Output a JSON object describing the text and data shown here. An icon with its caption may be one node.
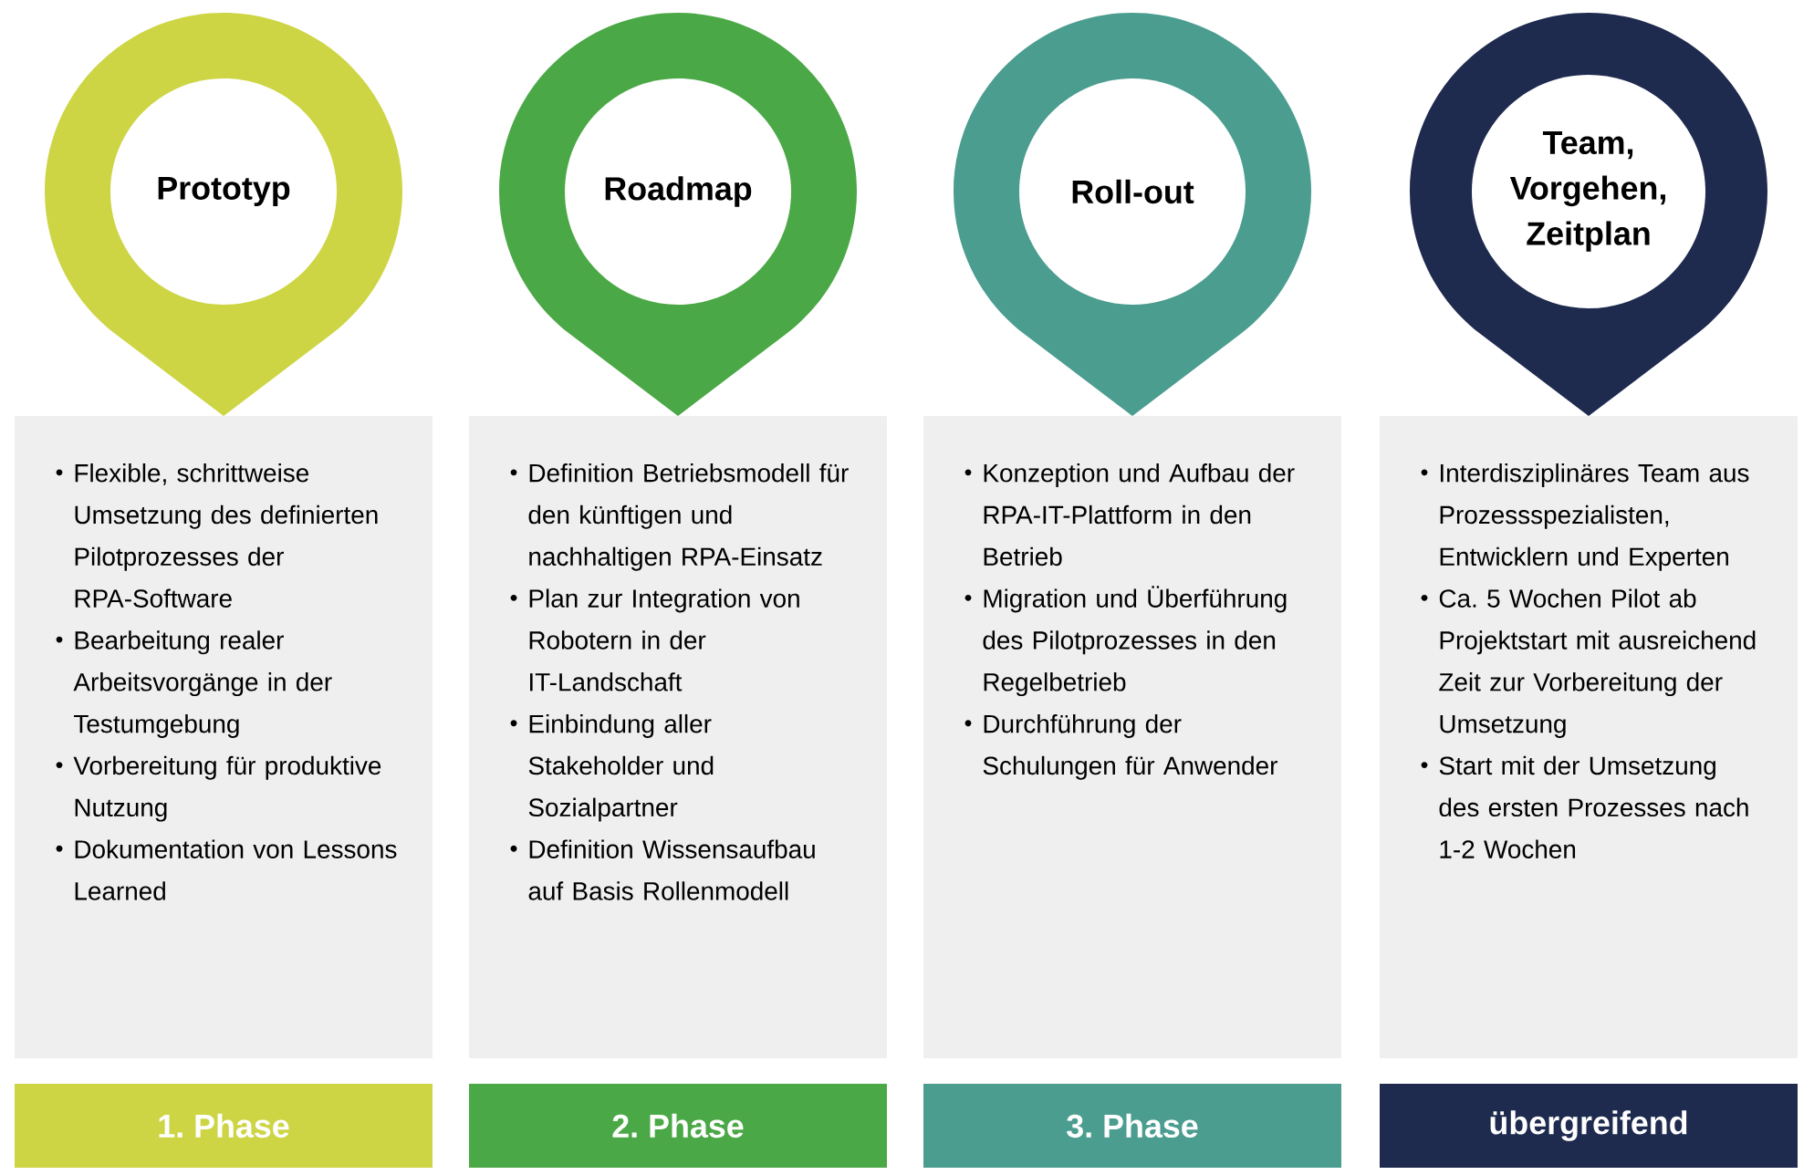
{
  "diagram": {
    "nodes": [
      {
        "text": [
          "Prototyp"
        ]
      },
      {
        "text": [
          "Roadmap"
        ]
      },
      {
        "text": [
          "Roll-out"
        ]
      },
      {
        "text": [
          "Team, Vorgehen, Zeitplan"
        ]
      },
      {
        "text": [
          "Flexible, schrittweise Umsetzung des definierten Pilotprozesses der RPA-Software",
          "Bearbeitung realer Arbeitsvorgänge in der Testumgebung",
          "Vorbereitung für produktive Nutzung",
          "Dokumentation von Lessons Learned"
        ]
      },
      {
        "text": [
          "Definition Betriebsmodell für den künftigen und nachhaltigen RPA-Einsatz",
          "Plan zur Integration von Robotern in der IT-Landschaft",
          "Einbindung aller Stakeholder und Sozialpartner",
          "Definition Wissensaufbau auf Basis Rollenmodell"
        ]
      },
      {
        "text": [
          "Konzeption und Aufbau der RPA-IT-Plattform in den Betrieb",
          "Migration und Überführung des Pilotprozesses in den Regelbetrieb",
          "Durchführung der Schulungen für Anwender"
        ]
      },
      {
        "text": [
          "Interdisziplinäres Team aus Prozessspezialisten, Entwicklern und Experten",
          "Ca. 5 Wochen Pilot ab Projektstart mit ausreichend Zeit zur Vorbereitung der Umsetzung",
          "Start mit der Umsetzung des ersten Prozesses nach 1-2 Wochen"
        ]
      },
      {
        "text": [
          "1. Phase"
        ]
      },
      {
        "text": [
          "2. Phase"
        ]
      },
      {
        "text": [
          "3. Phase"
        ]
      },
      {
        "text": [
          "übergreifend"
        ]
      }
    ]
  }
}
